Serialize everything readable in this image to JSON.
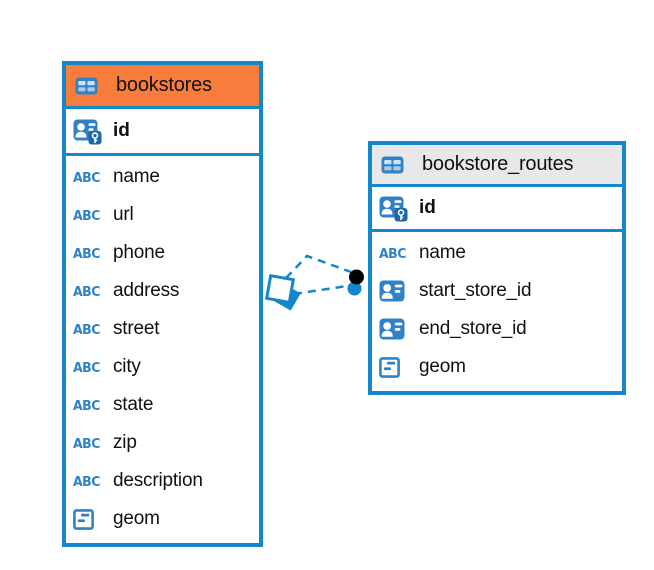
{
  "diagram": {
    "background": "#ffffff",
    "colors": {
      "table_border_blue": "#1287ca",
      "bookstores_header_orange": "#f87d3d",
      "routes_header_gray": "#e8e8e8",
      "icon_blue": "#2f82c5",
      "key_badge_blue": "#1c66ab",
      "connector_blue": "#1287ca",
      "connector_dot_black": "#000000",
      "text": "#111111"
    },
    "tables": {
      "bookstores": {
        "title": "bookstores",
        "primary_key": "id",
        "columns": [
          "name",
          "url",
          "phone",
          "address",
          "street",
          "city",
          "state",
          "zip",
          "description",
          "geom"
        ]
      },
      "bookstore_routes": {
        "title": "bookstore_routes",
        "primary_key": "id",
        "columns": [
          "name",
          "start_store_id",
          "end_store_id",
          "geom"
        ]
      }
    },
    "connector": {
      "style": "dashed",
      "color": "#1287ca",
      "left_end_marker": "diamond-outline",
      "right_end_markers": [
        "black-dot",
        "blue-dot"
      ]
    },
    "icons": {
      "table": "table-icon",
      "primary_key": "primary-key-icon",
      "foreign_key": "foreign-key-icon",
      "geometry": "geometry-type-icon",
      "text_type_label": "ABC"
    }
  }
}
